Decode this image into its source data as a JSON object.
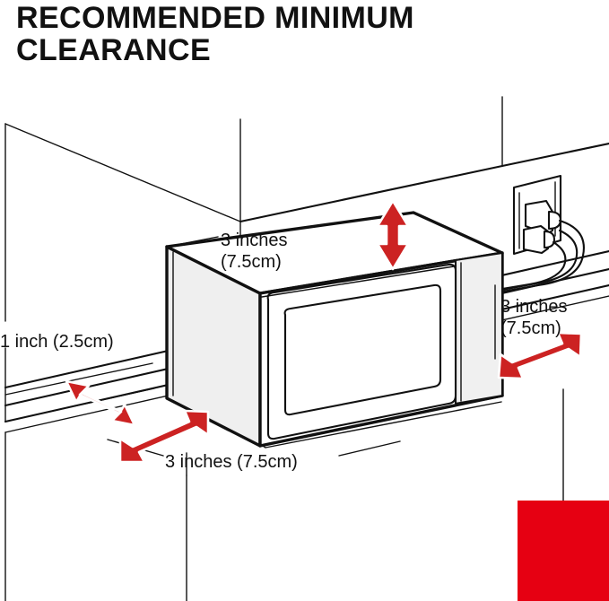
{
  "page": {
    "title": "RECOMMENDED MINIMUM\nCLEARANCE",
    "background_color": "#ffffff",
    "line_color": "#111111",
    "arrow_color": "#cc2222",
    "swatch_color": "#e60012"
  },
  "diagram": {
    "subject": "countertop microwave oven clearance diagram",
    "labels": {
      "top": "3 inches\n(7.5cm)",
      "right": "3 inches\n(7.5cm)",
      "left": "1 inch (2.5cm)",
      "bottom": "3 inches (7.5cm)"
    },
    "arrows": [
      {
        "name": "top-clearance-arrow",
        "direction": "vertical-double",
        "value": "3 inches (7.5cm)"
      },
      {
        "name": "right-clearance-arrow",
        "direction": "diagonal-double",
        "value": "3 inches (7.5cm)"
      },
      {
        "name": "left-clearance-arrow",
        "direction": "diagonal-double",
        "value": "1 inch (2.5cm)"
      },
      {
        "name": "front-clearance-arrow",
        "direction": "diagonal-double",
        "value": "3 inches (7.5cm)"
      }
    ],
    "objects": [
      "upper-cabinet",
      "back-wall",
      "countertop",
      "lower-cabinet",
      "microwave-oven",
      "microwave-door-window",
      "microwave-control-panel",
      "wall-outlet",
      "power-plug",
      "power-cord",
      "red-color-swatch"
    ]
  }
}
